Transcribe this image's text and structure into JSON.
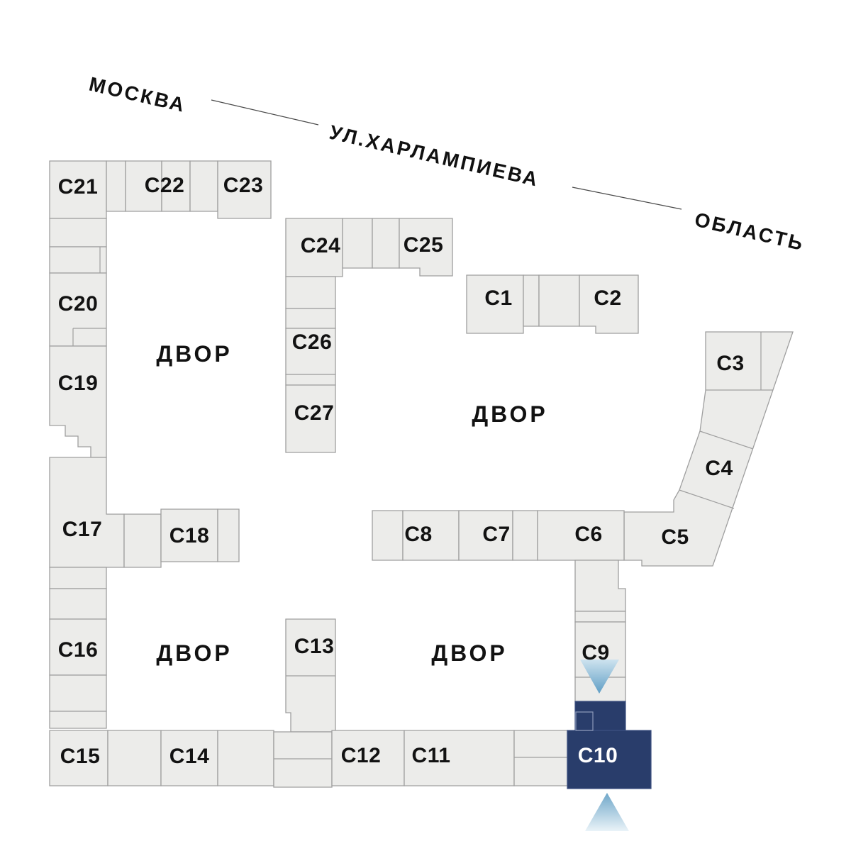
{
  "street": {
    "city_label": "МОСКВА",
    "street_name": "УЛ.ХАРЛАМПИЕВА",
    "region_label": "ОБЛАСТЬ"
  },
  "courtyard_labels": [
    "ДВОР",
    "ДВОР",
    "ДВОР",
    "ДВОР"
  ],
  "buildings": {
    "c1": {
      "label": "С1"
    },
    "c2": {
      "label": "С2"
    },
    "c3": {
      "label": "С3"
    },
    "c4": {
      "label": "С4"
    },
    "c5": {
      "label": "С5"
    },
    "c6": {
      "label": "С6"
    },
    "c7": {
      "label": "С7"
    },
    "c8": {
      "label": "С8"
    },
    "c9": {
      "label": "С9"
    },
    "c10": {
      "label": "С10"
    },
    "c11": {
      "label": "С11"
    },
    "c12": {
      "label": "С12"
    },
    "c13": {
      "label": "С13"
    },
    "c14": {
      "label": "С14"
    },
    "c15": {
      "label": "С15"
    },
    "c16": {
      "label": "С16"
    },
    "c17": {
      "label": "С17"
    },
    "c18": {
      "label": "С18"
    },
    "c19": {
      "label": "С19"
    },
    "c20": {
      "label": "С20"
    },
    "c21": {
      "label": "С21"
    },
    "c22": {
      "label": "С22"
    },
    "c23": {
      "label": "С23"
    },
    "c24": {
      "label": "С24"
    },
    "c25": {
      "label": "С25"
    },
    "c26": {
      "label": "С26"
    },
    "c27": {
      "label": "С27"
    }
  },
  "highlighted_building": "С10",
  "colors": {
    "building_fill": "#ececea",
    "building_stroke": "#9f9f9f",
    "highlight_fill": "#293d6b",
    "arrow_blue": "#5f9ec5",
    "label_color": "#121212"
  }
}
